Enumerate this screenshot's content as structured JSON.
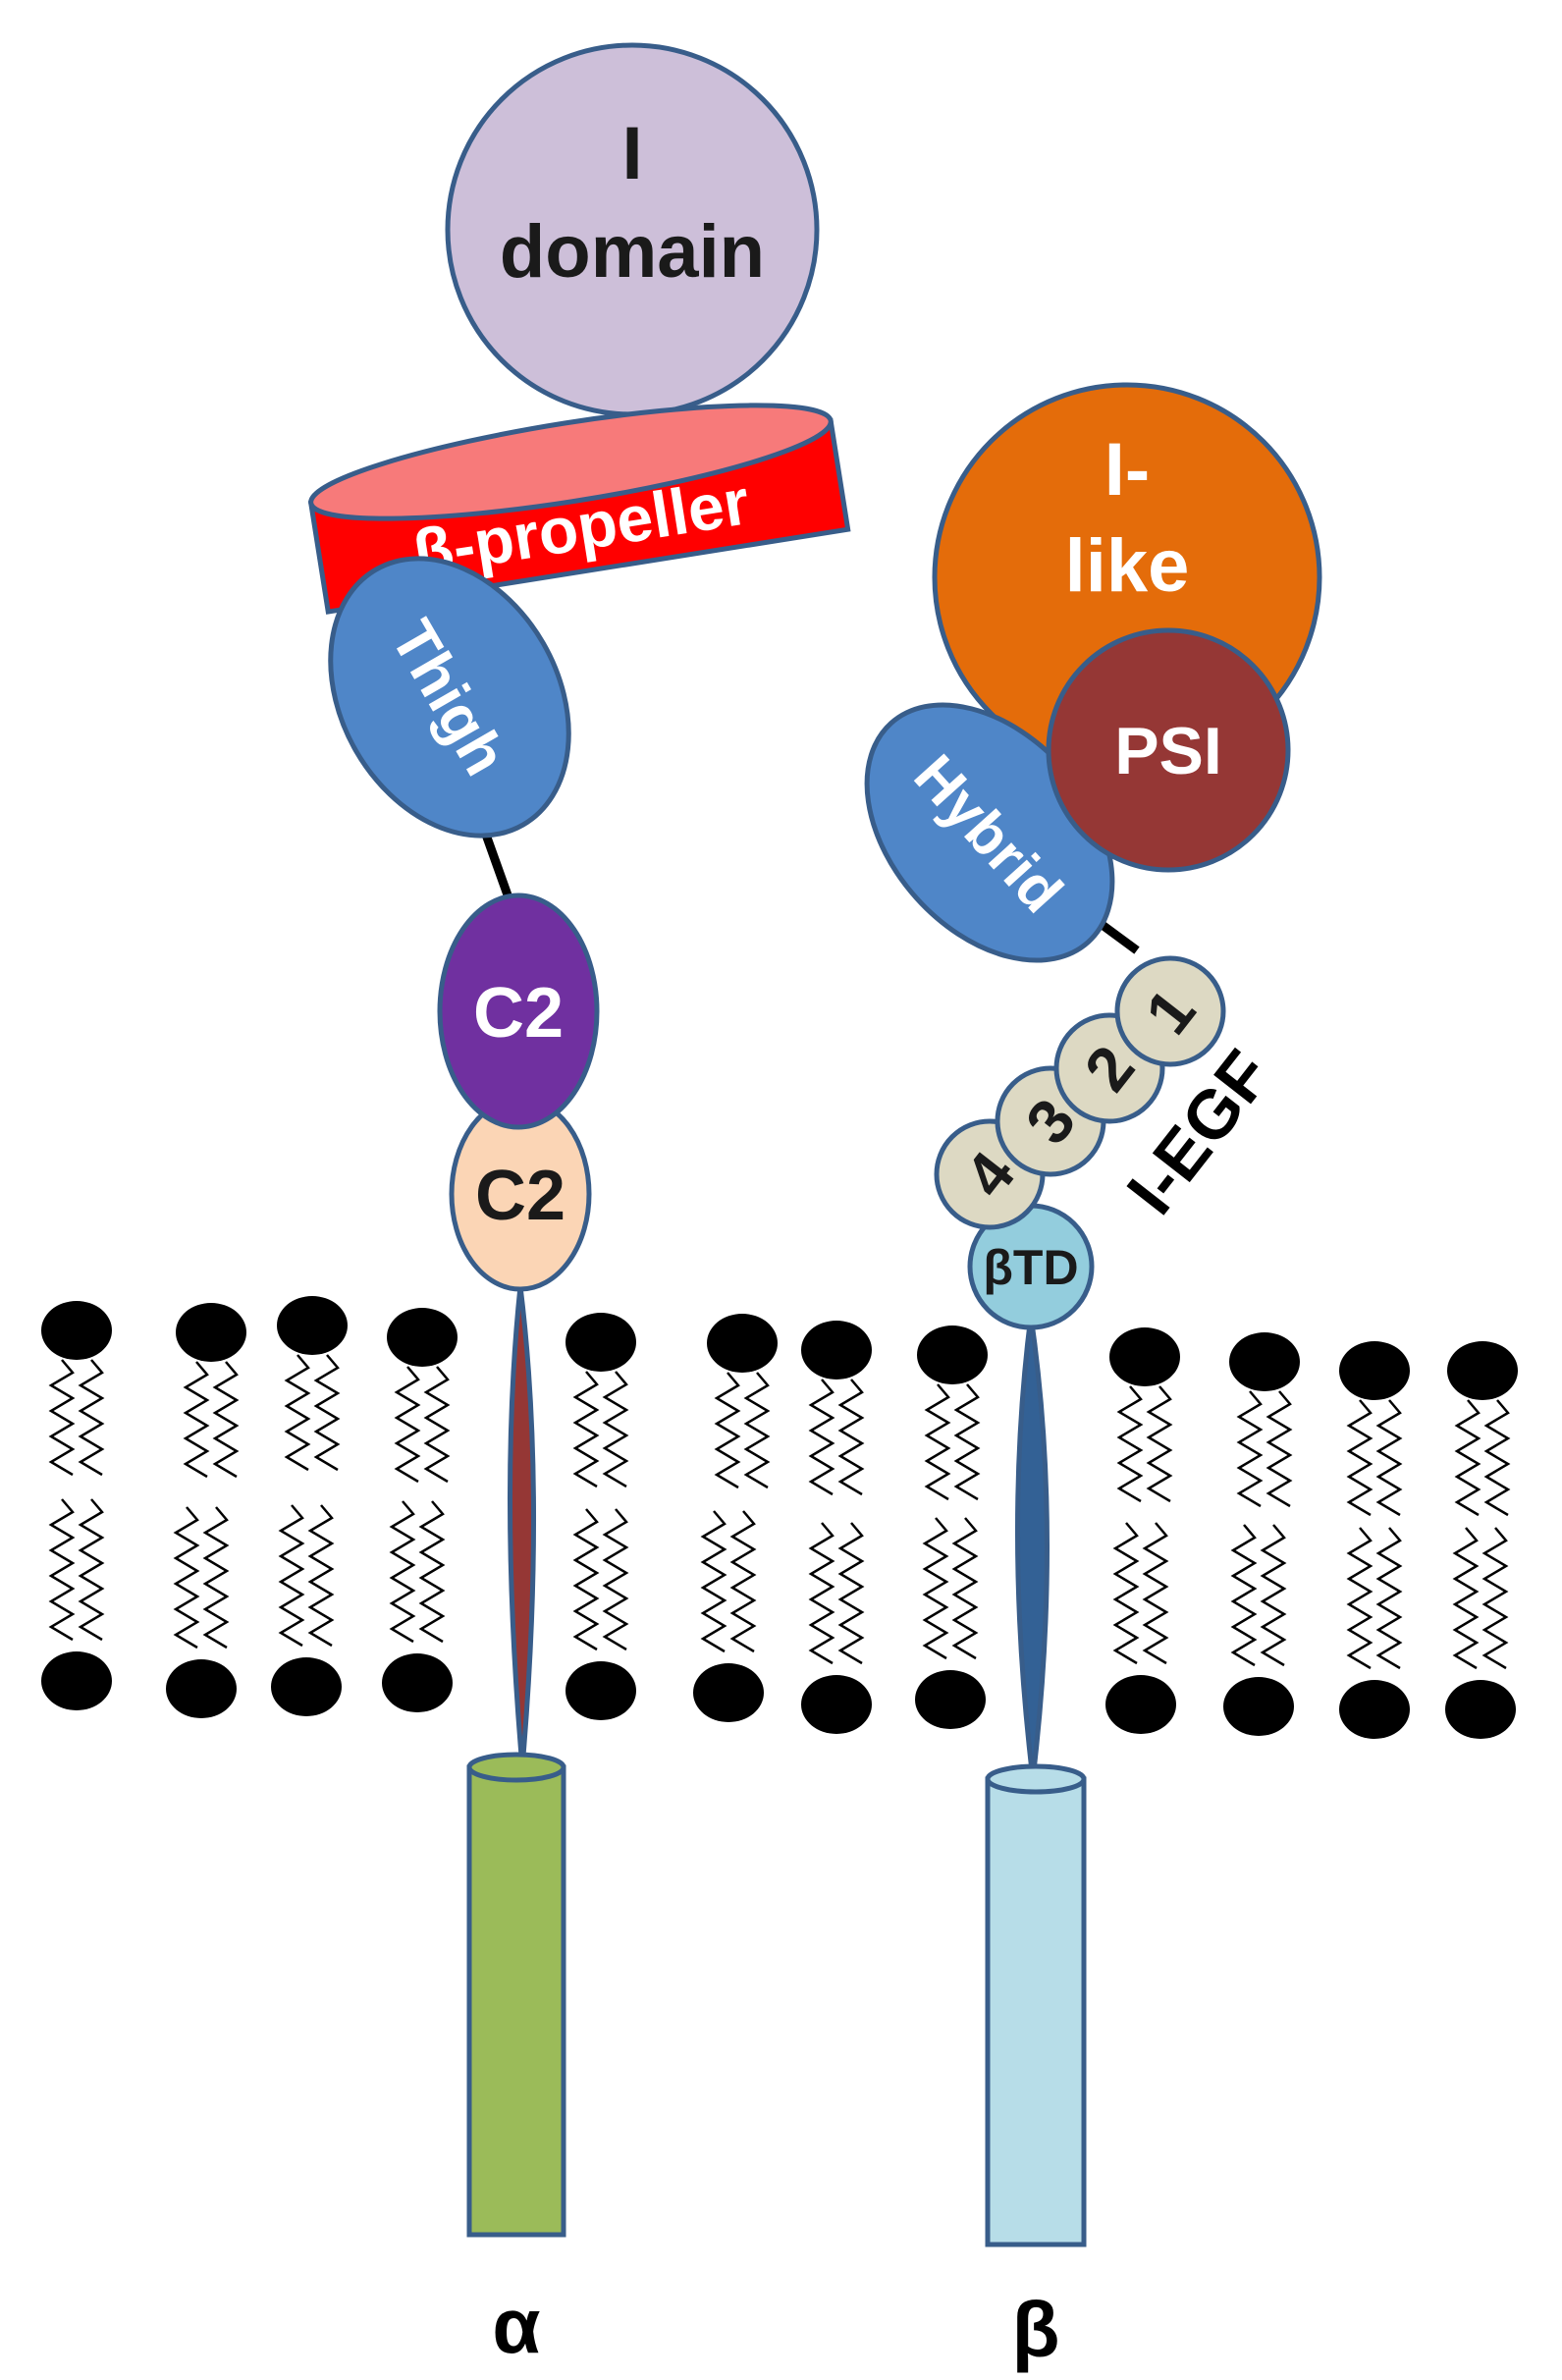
{
  "alpha": {
    "i_domain_line1": "I",
    "i_domain_line2": "domain",
    "propeller": "β-propeller",
    "thigh": "Thigh",
    "c2_upper": "C2",
    "c2_lower": "C2",
    "chain_label": "α"
  },
  "beta": {
    "i_like_line1": "I-",
    "i_like_line2": "like",
    "psi": "PSI",
    "hybrid": "Hybrid",
    "egf1": "1",
    "egf2": "2",
    "egf3": "3",
    "egf4": "4",
    "egf_label": "I-EGF",
    "btd": "βTD",
    "chain_label": "β"
  },
  "colors": {
    "i_domain": "#cdbfd9",
    "propeller": "#ff0000",
    "propeller_top": "#f77a7a",
    "thigh": "#4f86c8",
    "c2_upper": "#7030a0",
    "c2_lower": "#fbd5b5",
    "alpha_tm": "#953735",
    "alpha_tail": "#9bbb59",
    "i_like": "#e46c0a",
    "psi": "#953735",
    "hybrid": "#4f86c8",
    "egf": "#ddd9c3",
    "btd": "#93cddd",
    "beta_tm": "#336195",
    "beta_tail": "#b7dde8",
    "outline": "#385d8a"
  }
}
